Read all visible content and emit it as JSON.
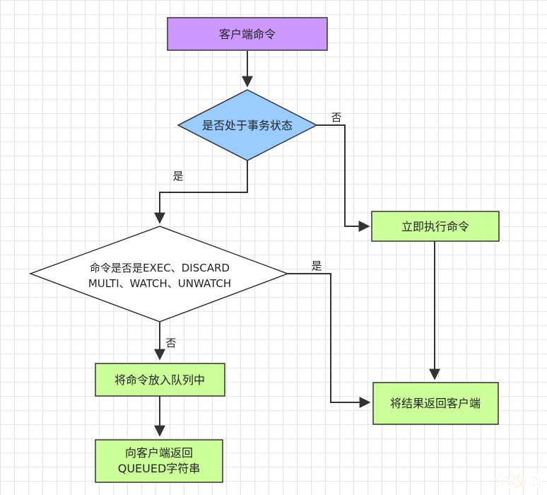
{
  "nodes": {
    "client_command": "客户端命令",
    "in_transaction": "是否处于事务状态",
    "execute_now": "立即执行命令",
    "cmd_check_line1": "命令是否是EXEC、DISCARD",
    "cmd_check_line2": "MULTI、WATCH、UNWATCH",
    "enqueue": "将命令放入队列中",
    "return_result": "将结果返回客户端",
    "return_queued_line1": "向客户端返回",
    "return_queued_line2": "QUEUED字符串"
  },
  "edge_labels": {
    "tx_no": "否",
    "tx_yes": "是",
    "cmd_yes": "是",
    "cmd_no": "否"
  },
  "watermark": {
    "logo": "全攻略"
  },
  "colors": {
    "start_fill": "#cc99ff",
    "decision1_fill": "#99ccff",
    "process_fill": "#ccff99",
    "stroke": "#333333",
    "watermark": "#f0b400"
  }
}
